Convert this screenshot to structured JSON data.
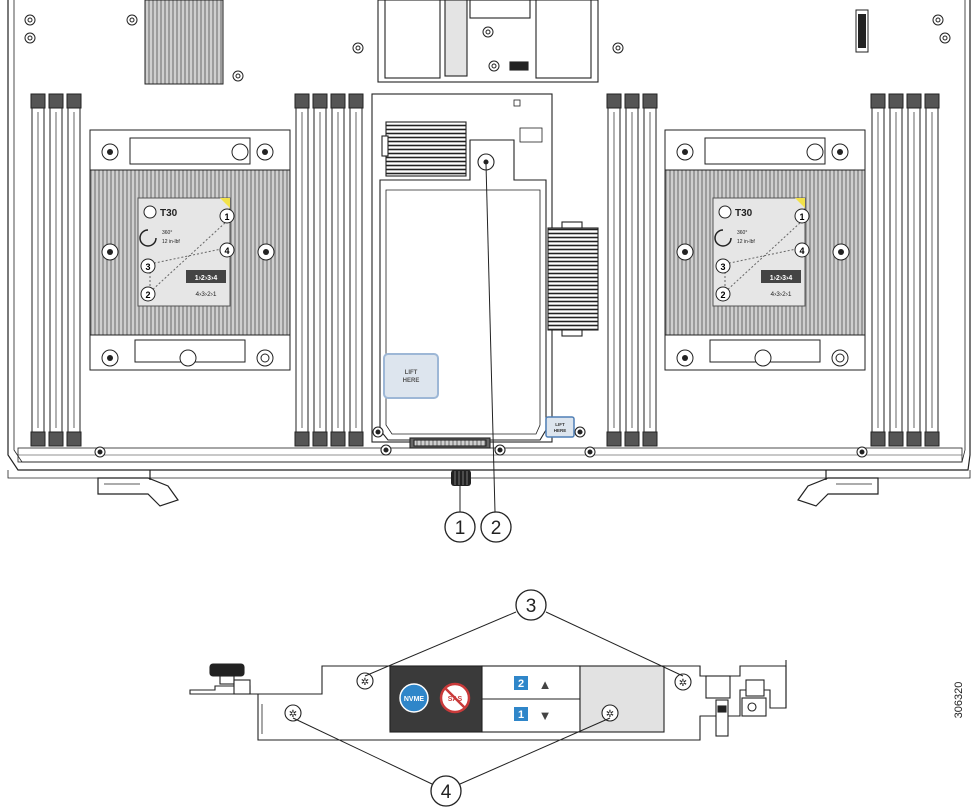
{
  "colors": {
    "line": "#222222",
    "heatsink_fill": "#cfcfcf",
    "fin": "#8a8a8a",
    "label_plate": "#e6e6e6",
    "lift_blue": "#9db7d6",
    "badge_blue": "#2f86c9",
    "nvme_blue": "#2f86c9",
    "sas_red": "#c93a3a",
    "dark_panel": "#3a3a3a",
    "yellow": "#f2e24a"
  },
  "heatsink_left": {
    "torque_label": "T30",
    "torque_value": "12 in-lbf",
    "angle_note": "360°",
    "install_order": "1›2›3›4",
    "remove_order": "4›3›2›1",
    "callouts": [
      "1",
      "2",
      "3",
      "4"
    ]
  },
  "heatsink_right": {
    "torque_label": "T30",
    "torque_value": "12 in-lbf",
    "angle_note": "360°",
    "install_order": "1›2›3›4",
    "remove_order": "4›3›2›1",
    "callouts": [
      "1",
      "2",
      "3",
      "4"
    ]
  },
  "lift_label_large": {
    "line1": "LIFT",
    "line2": "HERE"
  },
  "lift_label_small": {
    "line1": "LIFT",
    "line2": "HERE"
  },
  "callouts": [
    "1",
    "2",
    "3",
    "4"
  ],
  "side_view": {
    "nvme_label": "NVME",
    "sas_label": "SAS",
    "slot_top": "2",
    "slot_bottom": "1",
    "arrow_up": "▲",
    "arrow_down": "▼"
  },
  "figure_id": "306320"
}
